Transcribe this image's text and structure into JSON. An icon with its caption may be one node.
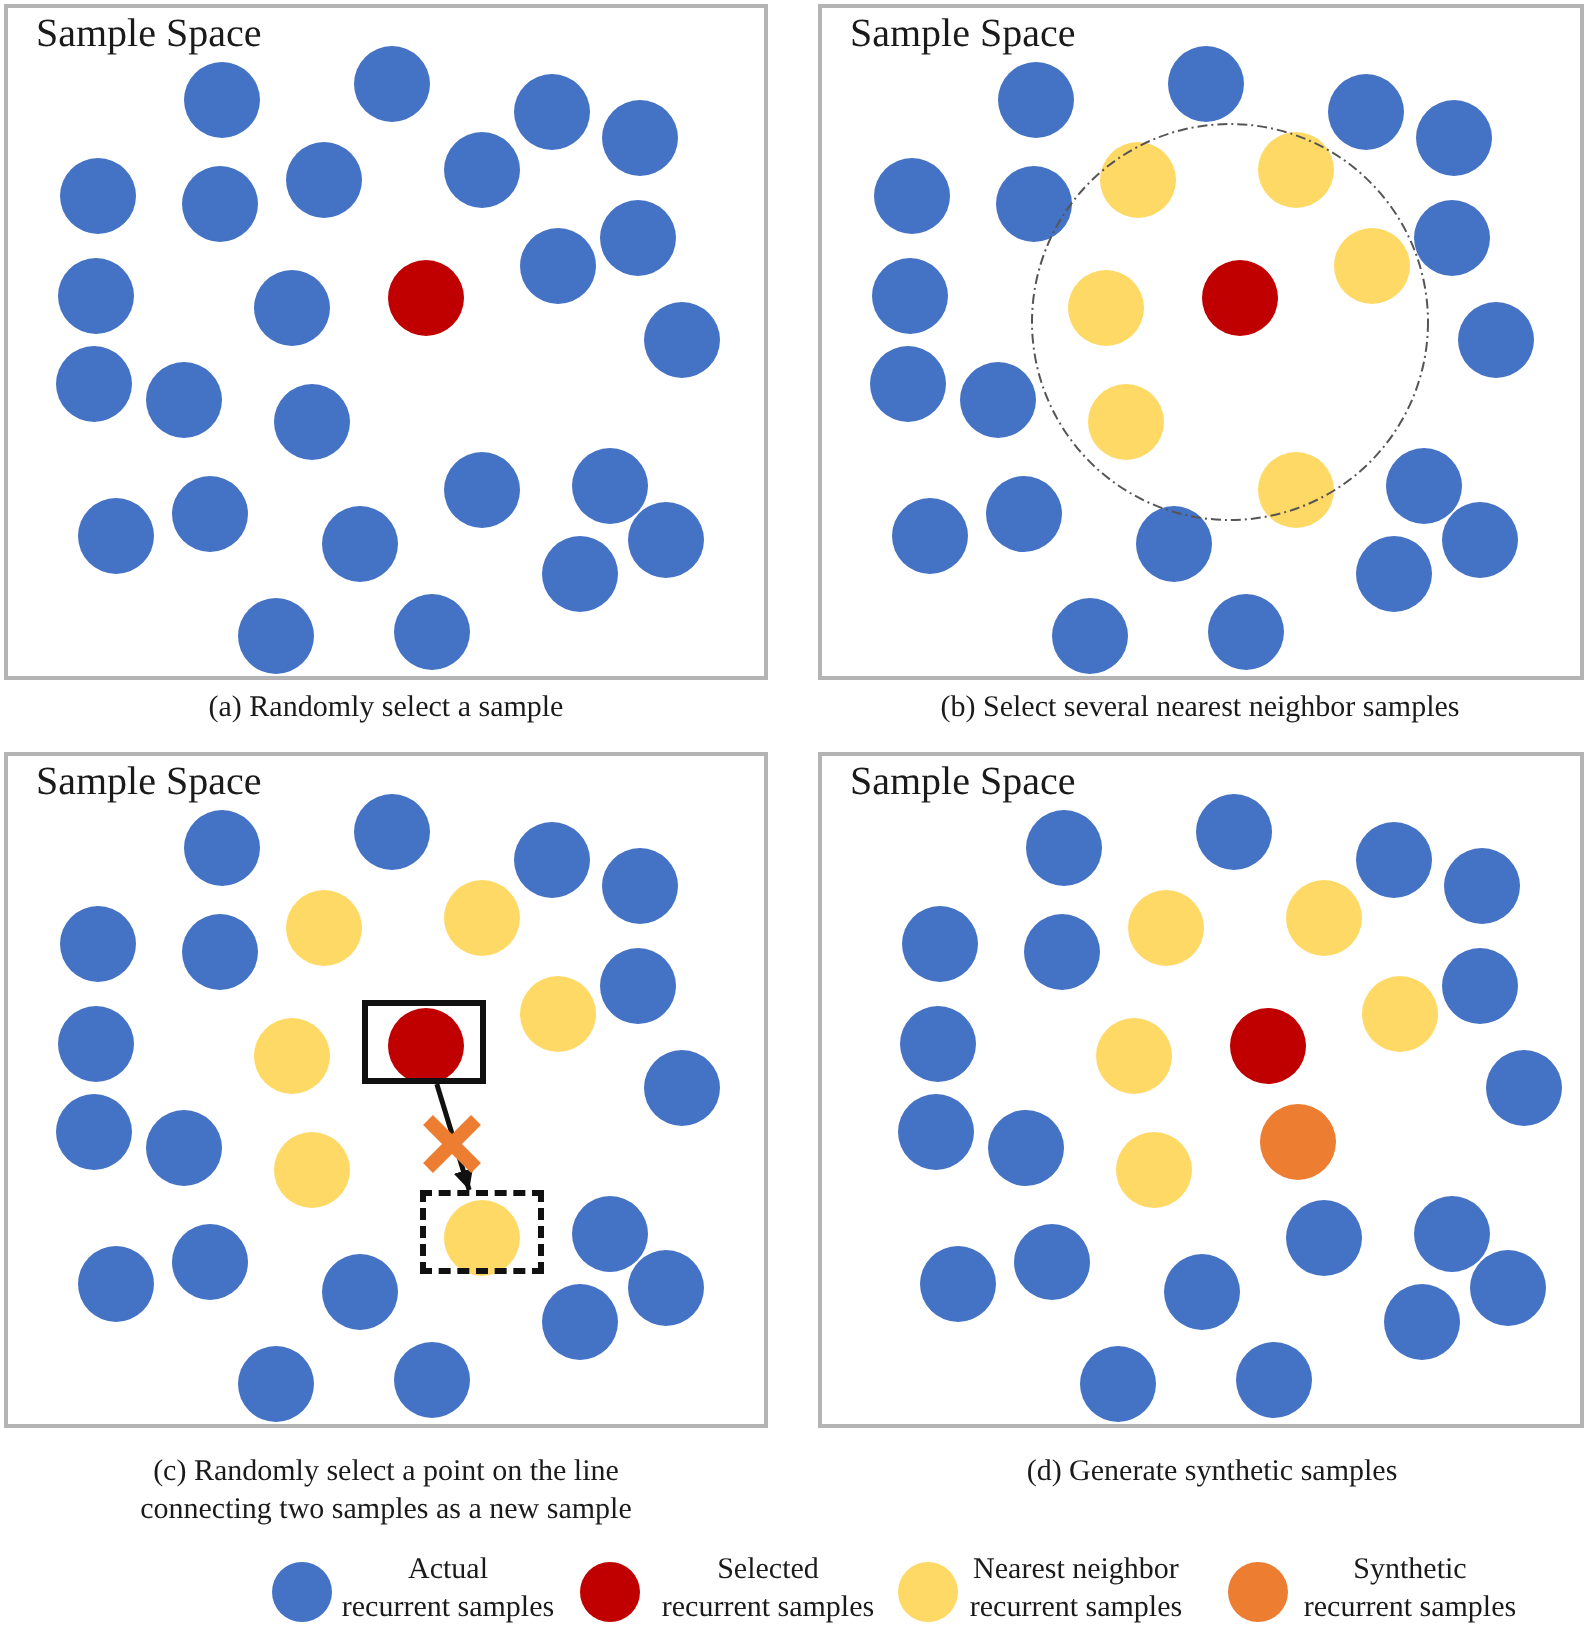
{
  "diagram": {
    "nodes": [
      {
        "text": [
          "Sample Space"
        ],
        "beside": [
          "(a) Randomly select a sample"
        ]
      },
      {
        "text": [
          "Sample Space"
        ],
        "beside": [
          "(b) Select several nearest neighbor samples"
        ]
      },
      {
        "text": [
          "Sample Space"
        ],
        "beside": [
          "(c) Randomly select a point on the line connecting two samples as a new sample"
        ]
      },
      {
        "text": [
          "Sample Space"
        ],
        "beside": [
          "(d) Generate synthetic samples"
        ]
      },
      {
        "text": [],
        "shape": "box",
        "in": 2
      },
      {
        "text": [],
        "shape": "box",
        "in": 2
      }
    ],
    "edges": [
      {
        "from": 4,
        "to": 5,
        "arrow": "to"
      }
    ],
    "legend": [
      {
        "text": "Actual recurrent samples",
        "color": "#4472c4"
      },
      {
        "text": "Selected recurrent samples",
        "color": "#c00000"
      },
      {
        "text": "Nearest neighbor recurrent samples",
        "color": "#ffd966"
      },
      {
        "text": "Synthetic recurrent samples",
        "color": "#ed7d31"
      }
    ]
  }
}
